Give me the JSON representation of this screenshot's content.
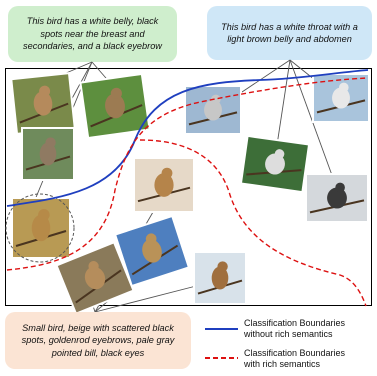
{
  "captions": {
    "top_left": "This bird has a white belly, black spots near the breast and secondaries, and a black eyebrow",
    "top_right": "This bird has a white throat with a light brown belly and abdomen",
    "bottom_left": "Small bird, beige with scattered black spots, goldenrod eyebrows, pale gray pointed bill, black eyes"
  },
  "legend": [
    {
      "label_1": "Classification Boundaries",
      "label_2": "without rich semantics",
      "color": "#1f3fbf",
      "style": "solid"
    },
    {
      "label_1": "Classification Boundaries",
      "label_2": "with rich semantics",
      "color": "#dd1111",
      "style": "dashed"
    }
  ],
  "colors": {
    "caption_green": "#cfeecd",
    "caption_blue": "#cfe7f7",
    "caption_orange": "#fbe4d4",
    "boundary_without": "#1f3fbf",
    "boundary_with": "#dd1111"
  },
  "images": [
    {
      "id": "bird-sparrow-1",
      "tone": "#7a8a4a",
      "bird": "#b58a5c"
    },
    {
      "id": "bird-sparrow-2",
      "tone": "#5d8f3e",
      "bird": "#9c7b52"
    },
    {
      "id": "bird-sparrow-3",
      "tone": "#6f8b5c",
      "bird": "#8f7a62"
    },
    {
      "id": "bird-sparrow-highlighted",
      "tone": "#b89a54",
      "bird": "#b68a48"
    },
    {
      "id": "bird-flycatcher-1",
      "tone": "#9eb8d2",
      "bird": "#c7c7c7"
    },
    {
      "id": "bird-flycatcher-2",
      "tone": "#a9c4dc",
      "bird": "#e8e8e8"
    },
    {
      "id": "bird-flycatcher-3",
      "tone": "#3d6e38",
      "bird": "#dddddd"
    },
    {
      "id": "bird-flycatcher-4",
      "tone": "#d4d8dc",
      "bird": "#3a3a3a"
    },
    {
      "id": "bird-brown-1",
      "tone": "#e6d9c8",
      "bird": "#b5844a"
    },
    {
      "id": "bird-brown-2",
      "tone": "#4e7fbf",
      "bird": "#b99258"
    },
    {
      "id": "bird-brown-3",
      "tone": "#8a7a5a",
      "bird": "#b58d5c"
    },
    {
      "id": "bird-brown-4",
      "tone": "#d8e2ea",
      "bird": "#a06f3e"
    }
  ]
}
